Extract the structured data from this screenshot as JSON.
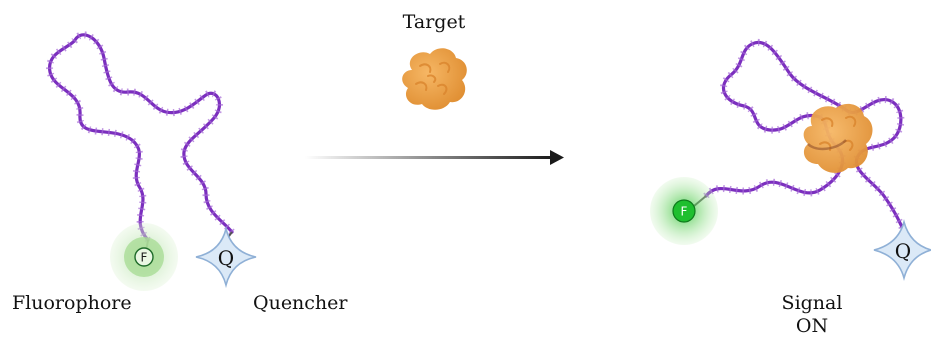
{
  "labels": {
    "target": "Target",
    "fluorophore": "Fluorophore",
    "quencher": "Quencher",
    "signal_line1": "Signal",
    "signal_line2": "ON"
  },
  "markers": {
    "fluorophore_symbol": "F",
    "quencher_symbol": "Q"
  },
  "colors": {
    "strand": "#7b2fbe",
    "strand_ticks": "#9b59d0",
    "target": "#f0a24a",
    "fluor_glow": "#b6e3a4",
    "fluor_on": "#1fbf2f",
    "quencher_fill": "#dbe9f7",
    "quencher_stroke": "#8fb0d6",
    "arrow": "#1a1a1a"
  }
}
